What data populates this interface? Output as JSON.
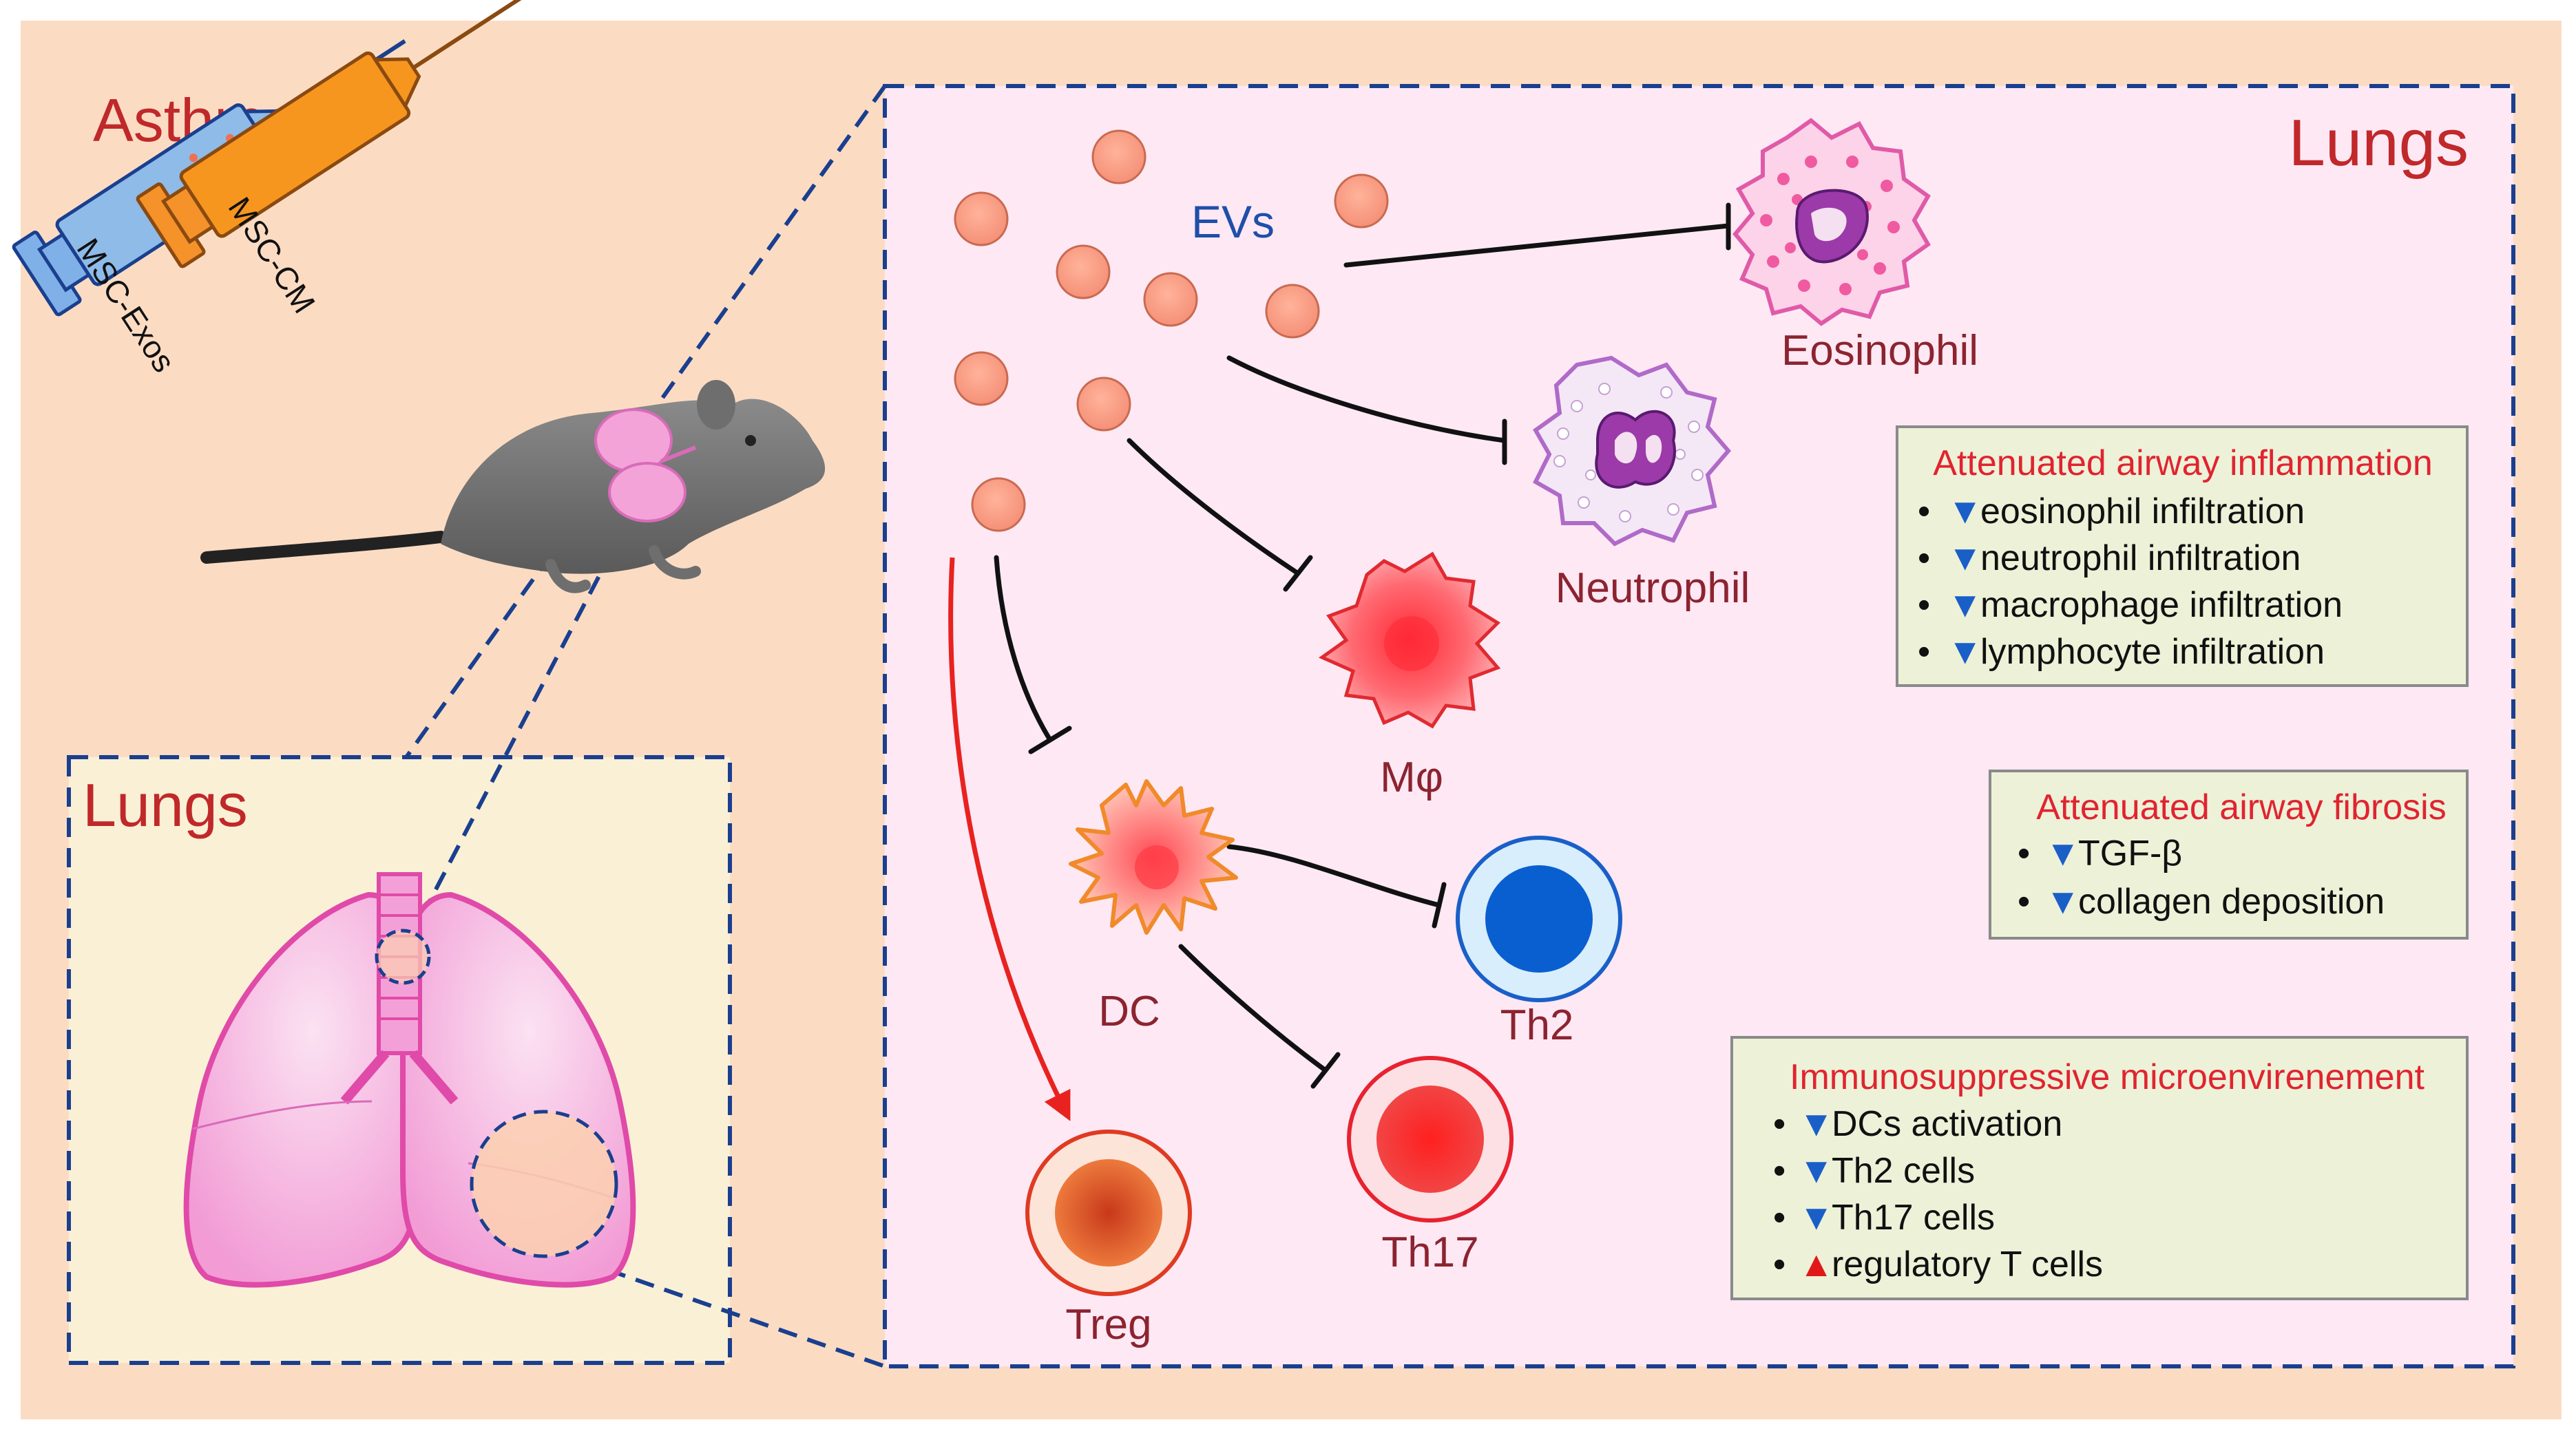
{
  "left": {
    "asthma_title": "Asthma",
    "syringe_1_label": "MSC-Exos",
    "syringe_2_label": "MSC-CM",
    "lungs_inset_title": "Lungs"
  },
  "right": {
    "panel_title": "Lungs",
    "evs_label": "EVs",
    "cells": {
      "eosinophil": "Eosinophil",
      "neutrophil": "Neutrophil",
      "macrophage": "Mφ",
      "dc": "DC",
      "th2": "Th2",
      "th17": "Th17",
      "treg": "Treg"
    },
    "boxes": [
      {
        "title": "Attenuated airway inflammation",
        "items": [
          {
            "marker": "▼",
            "direction": "down",
            "text": "eosinophil infiltration"
          },
          {
            "marker": "▼",
            "direction": "down",
            "text": "neutrophil infiltration"
          },
          {
            "marker": "▼",
            "direction": "down",
            "text": "macrophage infiltration"
          },
          {
            "marker": "▼",
            "direction": "down",
            "text": "lymphocyte infiltration"
          }
        ]
      },
      {
        "title": "Attenuated airway fibrosis",
        "items": [
          {
            "marker": "▼",
            "direction": "down",
            "text": "TGF-β"
          },
          {
            "marker": "▼",
            "direction": "down",
            "text": "collagen deposition"
          }
        ]
      },
      {
        "title": "Immunosuppressive microenvirenement",
        "items": [
          {
            "marker": "▼",
            "direction": "down",
            "text": "DCs activation"
          },
          {
            "marker": "▼",
            "direction": "down",
            "text": "Th2 cells"
          },
          {
            "marker": "▼",
            "direction": "down",
            "text": "Th17 cells"
          },
          {
            "marker": "▲",
            "direction": "up",
            "text": "regulatory T cells"
          }
        ]
      }
    ]
  },
  "colors": {
    "background": "#fbdcc3",
    "panel_fill": "#fde8f4",
    "inset_fill": "#faf0d6",
    "box_fill": "#edf1d8",
    "dash_blue": "#1a3f8f",
    "title_red": "#c0282a",
    "cell_label": "#8b2430",
    "evs_blue": "#1f4fa8",
    "down_marker": "#1a5fc8",
    "up_marker": "#e01818",
    "box_title_red": "#e02430",
    "inhibit_line": "#111111",
    "promote_arrow": "#e8221f"
  }
}
